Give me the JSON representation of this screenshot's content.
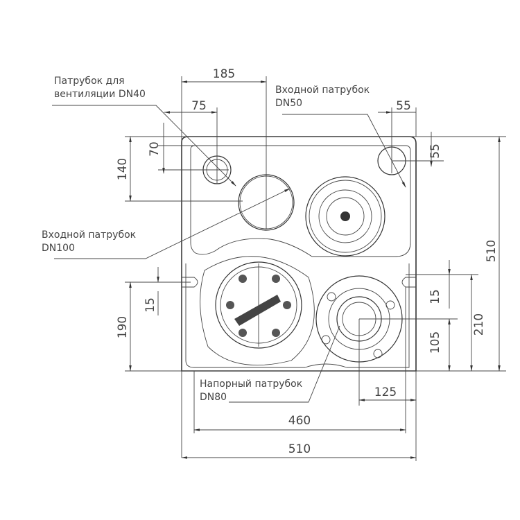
{
  "labels": {
    "vent_line1": "Патрубок для",
    "vent_line2": "вентиляции DN40",
    "inlet50_line1": "Входной патрубок",
    "inlet50_line2": "DN50",
    "inlet100_line1": "Входной патрубок",
    "inlet100_line2": "DN100",
    "outlet_line1": "Напорный патрубок",
    "outlet_line2": "DN80"
  },
  "dimensions": {
    "top_185": "185",
    "top_75": "75",
    "top_55": "55",
    "left_140": "140",
    "left_70": "70",
    "right_55": "55",
    "right_510": "510",
    "left_15": "15",
    "left_190": "190",
    "right_15": "15",
    "right_210": "210",
    "right_105": "105",
    "bottom_125": "125",
    "bottom_460": "460",
    "bottom_510": "510"
  }
}
